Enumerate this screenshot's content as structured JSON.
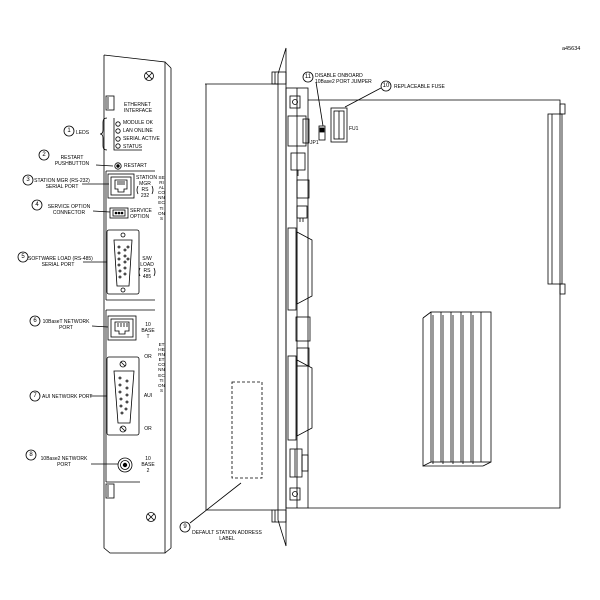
{
  "figure_id": "a45634",
  "front_panel": {
    "ethernet_interface": "ETHERNET\nINTERFACE",
    "leds_label": "LEDS",
    "led_names": [
      "MODULE OK",
      "LAN ONLINE",
      "SERIAL ACTIVE",
      "STATUS"
    ],
    "restart_label": "RESTART",
    "station_mgr_label": "STATION\nMGR",
    "rs232_label": "RS\n232",
    "service_option_label": "SERVICE\nOPTION",
    "sw_load_label": "S/W\nLOAD",
    "rs485_label": "RS\n485",
    "base_t_label": "10\nBASE\nT",
    "or_label": "OR",
    "aui_label": "AUI",
    "base2_label": "10\nBASE\n2",
    "serial_connections": "SERIAL CONNECTIONS",
    "ethernet_connections": "ETHERNET CONNECTIONS"
  },
  "callouts": [
    {
      "num": "1",
      "text": "LEDS"
    },
    {
      "num": "2",
      "text": "RESTART\nPUSHBUTTON"
    },
    {
      "num": "3",
      "text": "STATION MGR (RS-232)\nSERIAL PORT"
    },
    {
      "num": "4",
      "text": "SERVICE OPTION\nCONNECTOR"
    },
    {
      "num": "5",
      "text": "SOFTWARE LOAD (RS-485)\nSERIAL PORT"
    },
    {
      "num": "6",
      "text": "10BaseT NETWORK\nPORT"
    },
    {
      "num": "7",
      "text": "AUI NETWORK PORT"
    },
    {
      "num": "8",
      "text": "10Base2 NETWORK\nPORT"
    },
    {
      "num": "9",
      "text": "DEFAULT STATION ADDRESS\nLABEL"
    },
    {
      "num": "10",
      "text": "REPLACEABLE FUSE"
    },
    {
      "num": "11",
      "text": "DISABLE ONBOARD\n10Base2 PORT JUMPER"
    }
  ],
  "board": {
    "jumper_label": "JP1",
    "fuse_label": "FU1"
  }
}
